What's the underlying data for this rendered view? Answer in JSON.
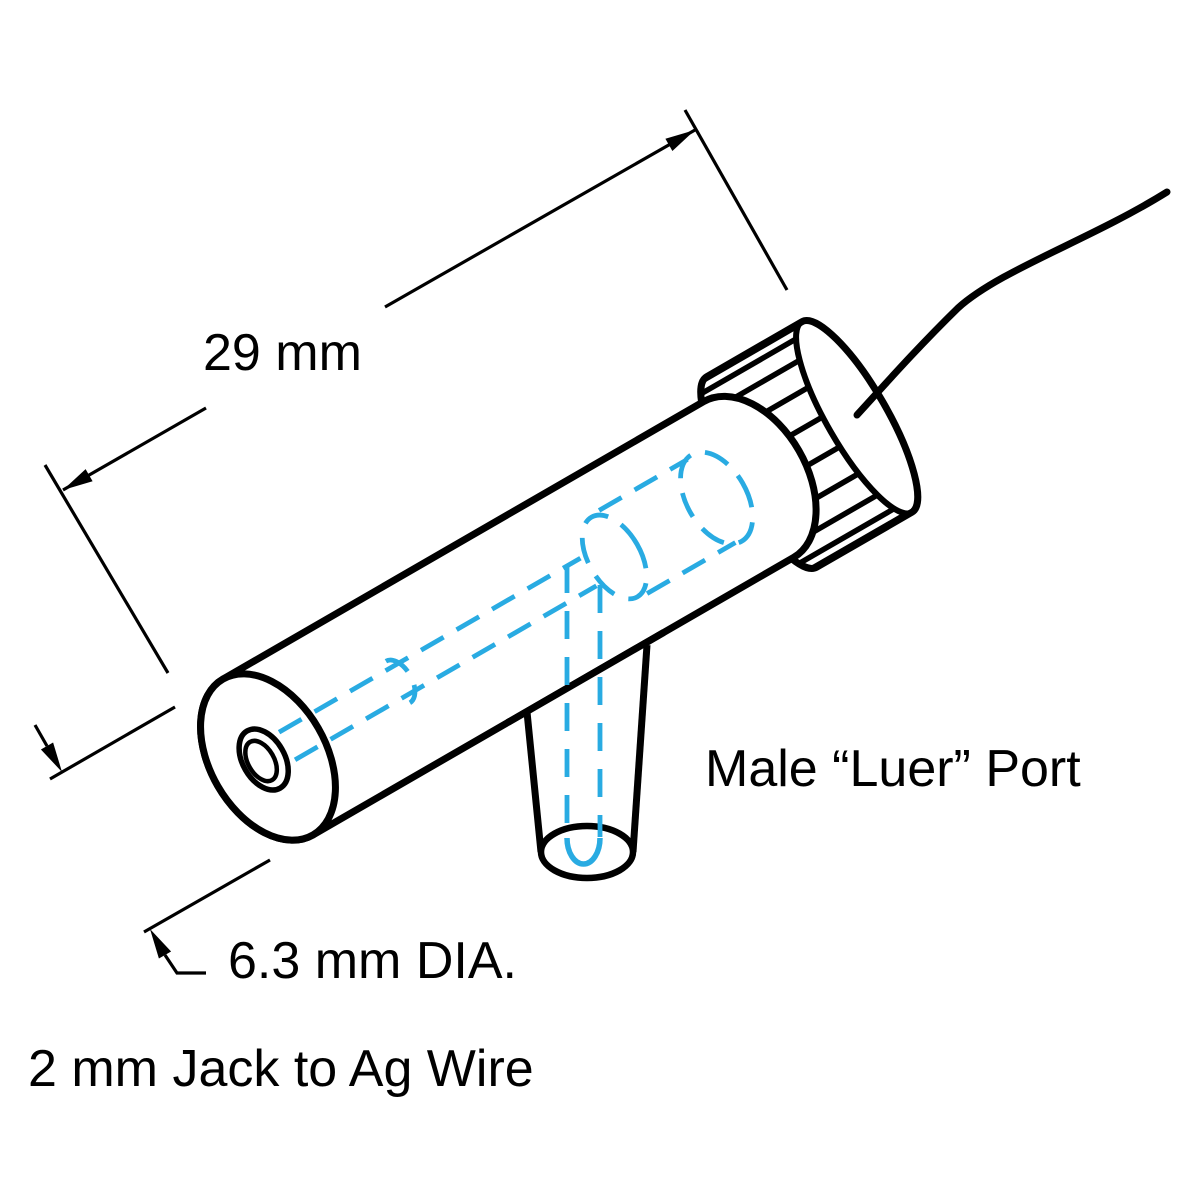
{
  "diagram": {
    "type": "technical-drawing",
    "caption": "2 mm Jack to Ag Wire",
    "labels": {
      "length_dimension": "29 mm",
      "diameter_dimension": "6.3 mm DIA.",
      "port_label": "Male “Luer” Port"
    },
    "colors": {
      "outline": "#000000",
      "hidden_line": "#29ABE2",
      "background": "#FFFFFF"
    }
  }
}
